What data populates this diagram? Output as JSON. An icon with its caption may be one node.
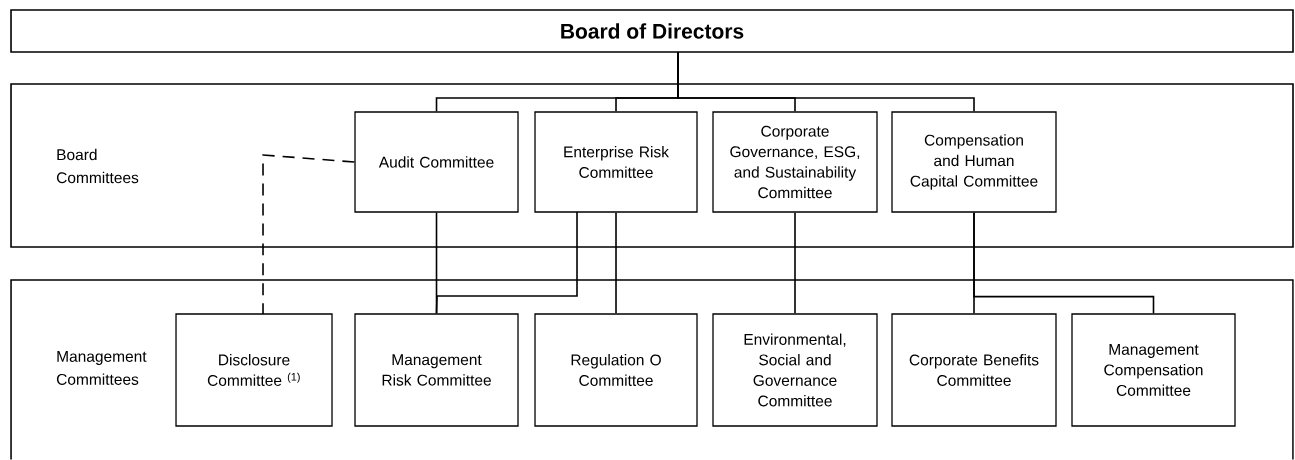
{
  "diagram": {
    "nodes": [
      {
        "text": [
          "Board of Directors"
        ]
      },
      {
        "text": [
          "Board Committees"
        ]
      },
      {
        "text": [
          "Audit Committee"
        ],
        "in": 1
      },
      {
        "text": [
          "Enterprise Risk Committee"
        ],
        "in": 1
      },
      {
        "text": [
          "Corporate Governance, ESG, and Sustainability Committee"
        ],
        "in": 1
      },
      {
        "text": [
          "Compensation and Human Capital Committee"
        ],
        "in": 1
      },
      {
        "text": [
          "Management Committees"
        ]
      },
      {
        "text": [
          "Disclosure Committee $^{(1)}$"
        ],
        "in": 6
      },
      {
        "text": [
          "Management Risk Committee"
        ],
        "in": 6
      },
      {
        "text": [
          "Regulation O Committee"
        ],
        "in": 6
      },
      {
        "text": [
          "Environmental, Social and Governance Committee"
        ],
        "in": 6
      },
      {
        "text": [
          "Corporate Benefits Committee"
        ],
        "in": 6
      },
      {
        "text": [
          "Management Compensation Committee"
        ],
        "in": 6
      }
    ],
    "edges": [
      {
        "from": 0,
        "to": 2,
        "arrow": "none"
      },
      {
        "from": 0,
        "to": 3,
        "arrow": "none"
      },
      {
        "from": 0,
        "to": 4,
        "arrow": "none"
      },
      {
        "from": 0,
        "to": 5,
        "arrow": "none"
      },
      {
        "from": 2,
        "to": 7,
        "arrow": "none",
        "style": "dashed"
      },
      {
        "from": 2,
        "to": 8,
        "arrow": "none"
      },
      {
        "from": 3,
        "to": 8,
        "arrow": "none"
      },
      {
        "from": 3,
        "to": 9,
        "arrow": "none"
      },
      {
        "from": 4,
        "to": 10,
        "arrow": "none"
      },
      {
        "from": 5,
        "to": 11,
        "arrow": "none"
      },
      {
        "from": 5,
        "to": 12,
        "arrow": "none"
      }
    ]
  }
}
